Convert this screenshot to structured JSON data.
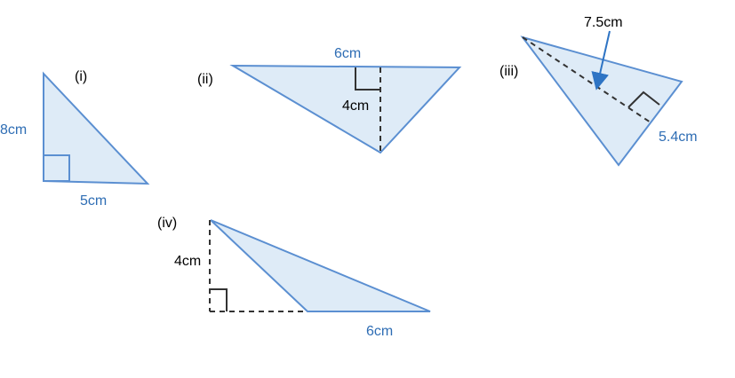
{
  "colors": {
    "triangle_fill": "#deebf7",
    "triangle_stroke": "#5b8fd1",
    "blue_text": "#2e6db4",
    "black_text": "#000000",
    "arrow": "#2e74c4",
    "dashed": "#333333"
  },
  "figures": [
    {
      "id": "i",
      "label": "(i)",
      "measurements": [
        "8cm",
        "5cm"
      ]
    },
    {
      "id": "ii",
      "label": "(ii)",
      "measurements": [
        "6cm",
        "4cm"
      ]
    },
    {
      "id": "iii",
      "label": "(iii)",
      "measurements": [
        "7.5cm",
        "5.4cm"
      ]
    },
    {
      "id": "iv",
      "label": "(iv)",
      "measurements": [
        "4cm",
        "6cm"
      ]
    }
  ]
}
